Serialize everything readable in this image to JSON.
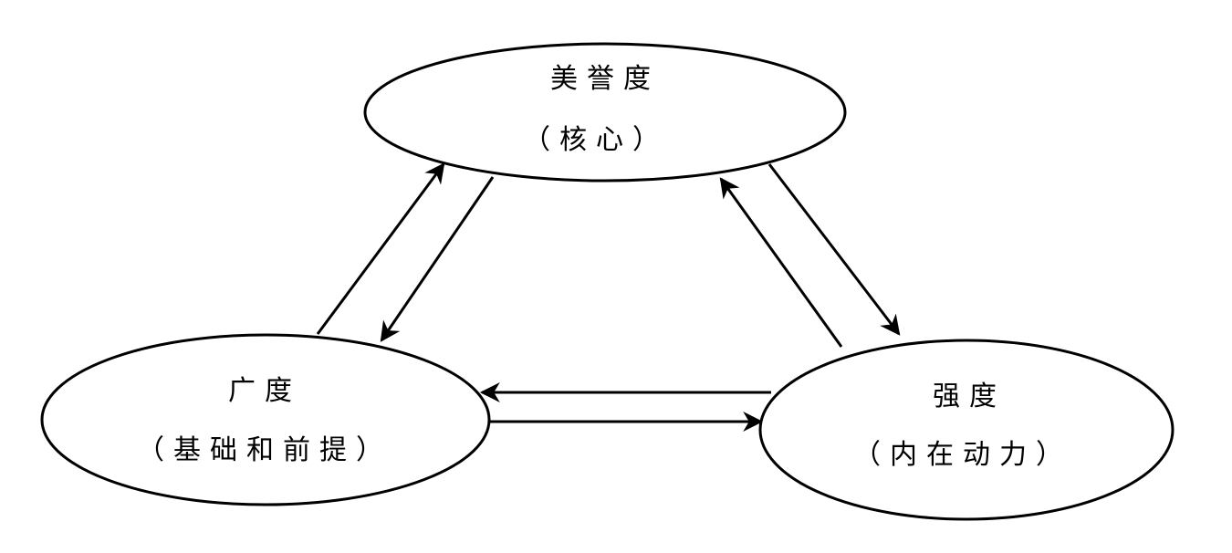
{
  "nodes": {
    "top": {
      "title": "美誉度",
      "subtitle": "（核心）"
    },
    "left": {
      "title": "广度",
      "subtitle": "（基础和前提）"
    },
    "right": {
      "title": "强度",
      "subtitle": "（内在动力）"
    }
  },
  "colors": {
    "stroke": "#000000",
    "fill": "#ffffff"
  }
}
